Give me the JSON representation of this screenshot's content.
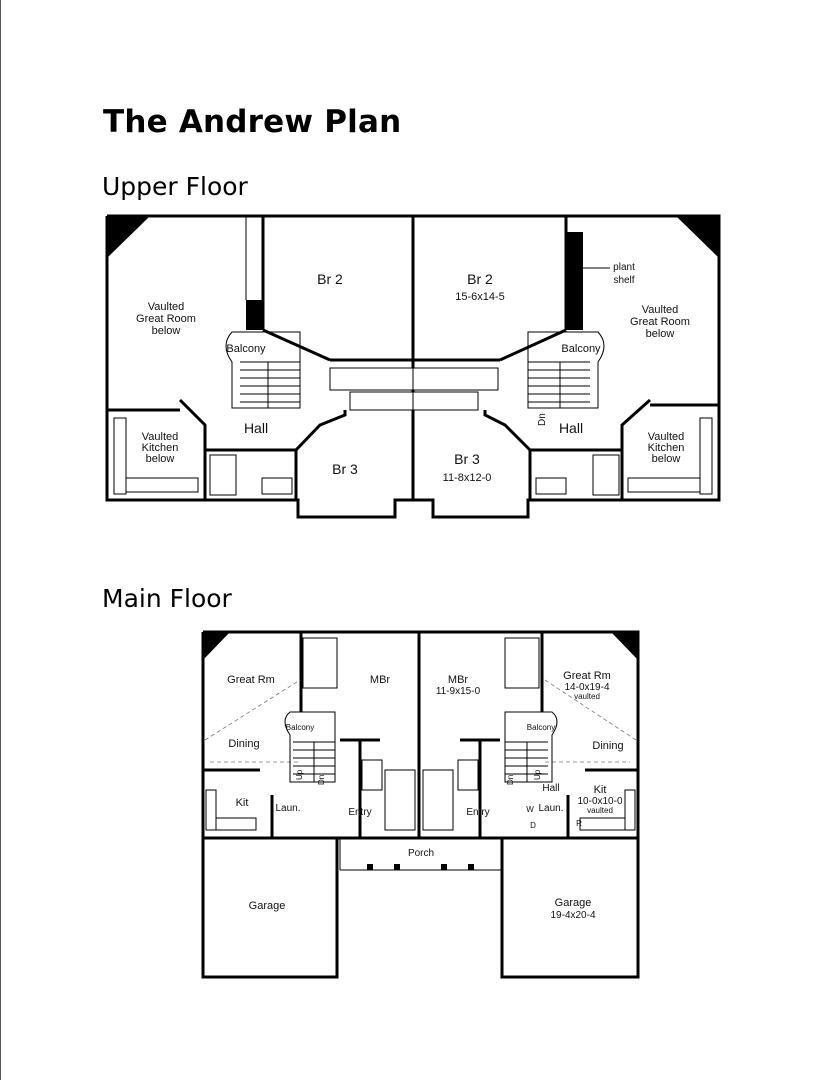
{
  "page": {
    "title": "The Andrew Plan",
    "upper_heading": "Upper Floor",
    "main_heading": "Main Floor"
  },
  "upper_floor": {
    "left": {
      "great_room": [
        "Vaulted",
        "Great Room",
        "below"
      ],
      "br2": "Br 2",
      "balcony": "Balcony",
      "hall": "Hall",
      "br3": "Br 3",
      "kitchen": [
        "Vaulted",
        "Kitchen",
        "below"
      ]
    },
    "right": {
      "br2": "Br 2",
      "br2_dim": "15-6x14-5",
      "plant_shelf": [
        "plant",
        "shelf"
      ],
      "great_room": [
        "Vaulted",
        "Great Room",
        "below"
      ],
      "balcony": "Balcony",
      "hall": "Hall",
      "br3": "Br 3",
      "br3_dim": "11-8x12-0",
      "kitchen": [
        "Vaulted",
        "Kitchen",
        "below"
      ],
      "dn": "Dn"
    }
  },
  "main_floor": {
    "left": {
      "great_rm": "Great Rm",
      "mbr": "MBr",
      "balcony": "Balcony",
      "dining": "Dining",
      "up": "Up",
      "dn": "Dn",
      "kit": "Kit",
      "laun": "Laun.",
      "entry": "Entry",
      "garage": "Garage"
    },
    "right": {
      "mbr": "MBr",
      "mbr_dim": "11-9x15-0",
      "great_rm": "Great Rm",
      "great_rm_dim": "14-0x19-4",
      "great_rm_note": "vaulted",
      "balcony": "Balcony",
      "dining": "Dining",
      "hall": "Hall",
      "dn": "Dn",
      "up": "Up",
      "kit": "Kit",
      "kit_dim": "10-0x10-0",
      "kit_note": "vaulted",
      "w": "W",
      "d": "D",
      "r": "R",
      "laun": "Laun.",
      "entry": "Entry",
      "garage": "Garage",
      "garage_dim": "19-4x20-4"
    },
    "porch": "Porch"
  }
}
